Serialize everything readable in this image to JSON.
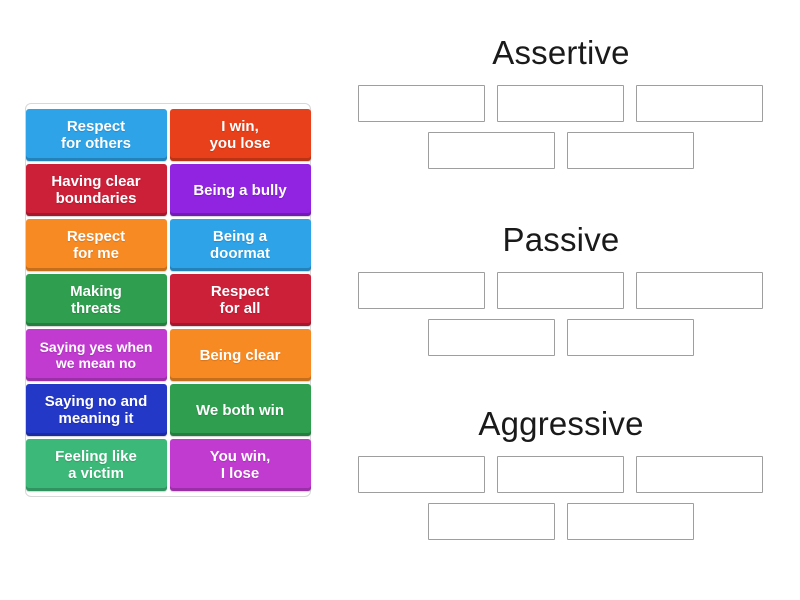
{
  "tray": {
    "name": "draggable-tiles-tray",
    "tiles": [
      {
        "label": "Respect\nfor others",
        "color": "#2ea3e8",
        "small": false
      },
      {
        "label": "I win,\nyou lose",
        "color": "#e8401a",
        "small": false
      },
      {
        "label": "Having clear\nboundaries",
        "color": "#cc1f38",
        "small": false
      },
      {
        "label": "Being a bully",
        "color": "#9024e0",
        "small": false
      },
      {
        "label": "Respect\nfor me",
        "color": "#f78a23",
        "small": false
      },
      {
        "label": "Being a\ndoormat",
        "color": "#2ea3e8",
        "small": false
      },
      {
        "label": "Making\nthreats",
        "color": "#2f9e4f",
        "small": false
      },
      {
        "label": "Respect\nfor all",
        "color": "#cc1f38",
        "small": false
      },
      {
        "label": "Saying yes when\nwe mean no",
        "color": "#c13bd1",
        "small": true
      },
      {
        "label": "Being clear",
        "color": "#f78a23",
        "small": false
      },
      {
        "label": "Saying no and\nmeaning it",
        "color": "#2438c8",
        "small": false
      },
      {
        "label": "We both win",
        "color": "#2f9e4f",
        "small": false
      },
      {
        "label": "Feeling like\na victim",
        "color": "#3cb878",
        "small": false
      },
      {
        "label": "You win,\nI lose",
        "color": "#c13bd1",
        "small": false
      }
    ]
  },
  "zones": [
    {
      "id": "assertive",
      "title": "Assertive",
      "slots_top": [
        "",
        "",
        ""
      ],
      "slots_bottom": [
        "",
        ""
      ]
    },
    {
      "id": "passive",
      "title": "Passive",
      "slots_top": [
        "",
        "",
        ""
      ],
      "slots_bottom": [
        "",
        ""
      ]
    },
    {
      "id": "aggressive",
      "title": "Aggressive",
      "slots_top": [
        "",
        "",
        ""
      ],
      "slots_bottom": [
        "",
        ""
      ]
    }
  ],
  "colors": {
    "page_background": "#ffffff",
    "tray_border": "#d8d8d8",
    "slot_border": "#9e9e9e",
    "title_text": "#1a1a1a",
    "tile_text": "#ffffff"
  }
}
